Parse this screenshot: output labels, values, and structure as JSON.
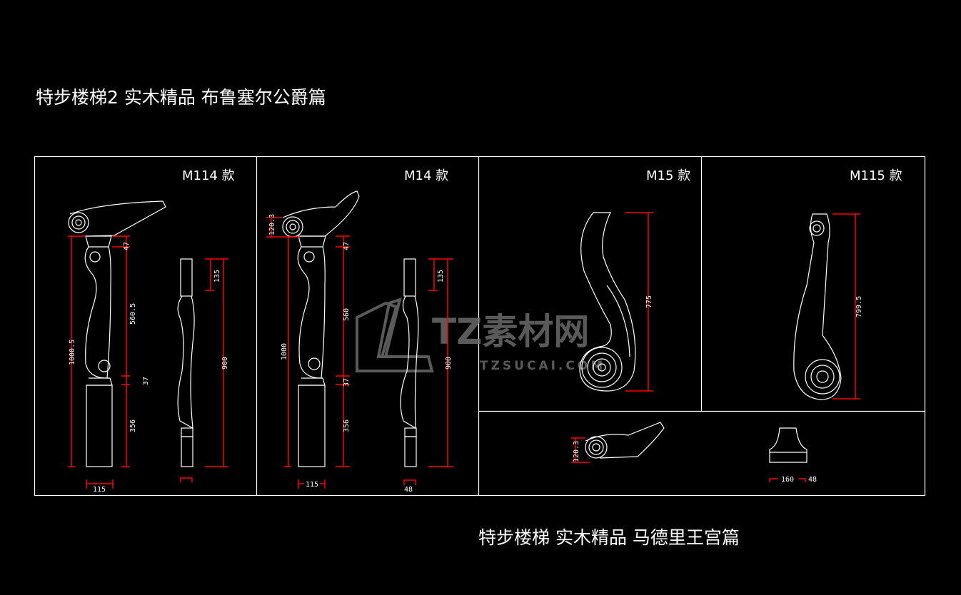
{
  "titles": {
    "top": "特步楼梯2 实木精品  布鲁塞尔公爵篇",
    "bottom": "特步楼梯  实木精品  马德里王宫篇"
  },
  "panels": [
    {
      "label": "M114 款",
      "dims": {
        "total": "1000.5",
        "d47": "47",
        "d560": "560.5",
        "d37": "37",
        "d356": "356",
        "d135": "135",
        "d900": "900",
        "width": "115"
      }
    },
    {
      "label": "M14 款",
      "dims": {
        "top": "120.3",
        "total": "1000",
        "d47": "47",
        "d560": "560",
        "d37": "37",
        "d356": "356",
        "d135": "135",
        "d900": "900",
        "width": "115",
        "side": "48"
      }
    },
    {
      "label": "M15 款",
      "dims": {
        "height": "775"
      }
    },
    {
      "label": "M115 款",
      "dims": {
        "height": "799.5"
      }
    }
  ],
  "bottom_panel": {
    "dims": {
      "height": "120.3",
      "width": "160",
      "side": "48"
    }
  },
  "watermark": {
    "brand": "TZ素材网",
    "url": "TZSUCAI.COM"
  },
  "colors": {
    "background": "#000000",
    "lines": "#ffffff",
    "dimensions": "#ff0000"
  }
}
